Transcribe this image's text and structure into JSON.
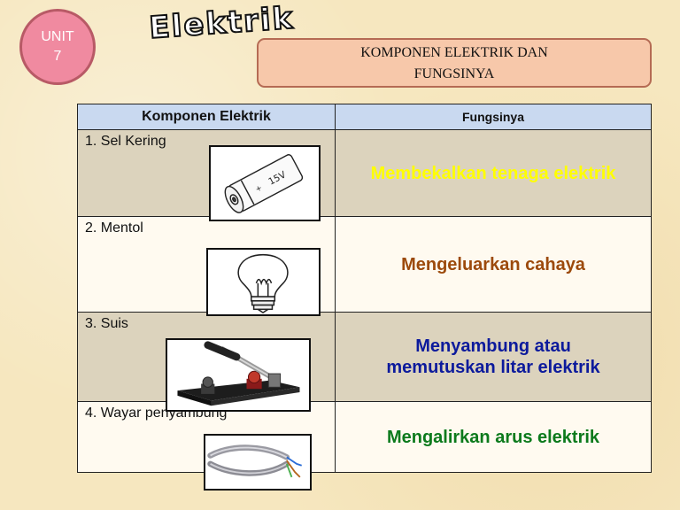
{
  "unit": {
    "label": "UNIT",
    "number": "7"
  },
  "title": "Elektrik",
  "banner": {
    "line1": "KOMPONEN ELEKTRIK DAN",
    "line2": "FUNGSINYA"
  },
  "table": {
    "headers": [
      "Komponen Elektrik",
      "Fungsinya"
    ],
    "rows": [
      {
        "component": "1.  Sel Kering",
        "function_lines": [
          "Membekalkan tenaga elektrik"
        ],
        "color": "#ffff00"
      },
      {
        "component": "2. Mentol",
        "function_lines": [
          "Mengeluarkan cahaya"
        ],
        "color": "#9c4a0c"
      },
      {
        "component": "3. Suis",
        "function_lines": [
          "Menyambung atau",
          "memutuskan litar elektrik"
        ],
        "color": "#0c1a9c"
      },
      {
        "component": "4. Wayar penyambung",
        "function_lines": [
          "Mengalirkan arus elektrik"
        ],
        "color": "#0c7a1c"
      }
    ]
  },
  "battery_label": "15V",
  "icons": [
    "battery-icon",
    "light-bulb-icon",
    "knife-switch-icon",
    "connecting-wire-icon"
  ]
}
